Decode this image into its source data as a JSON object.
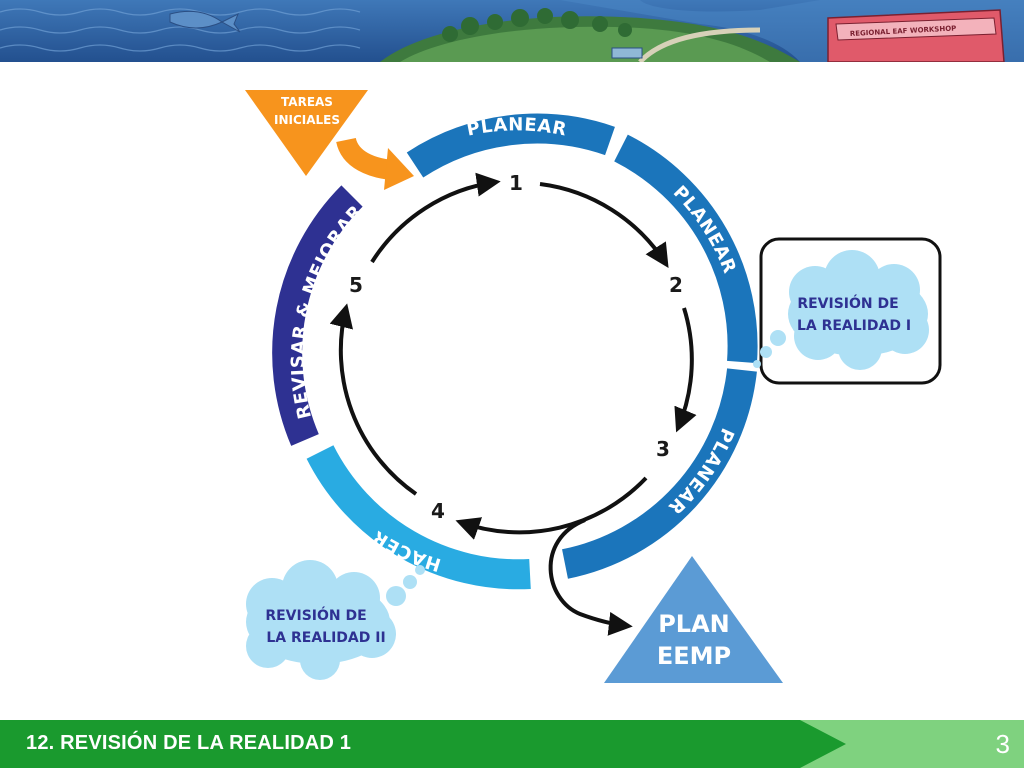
{
  "banner": {
    "sign": "REGIONAL EAF WORKSHOP"
  },
  "diagram": {
    "tareas": {
      "line1": "TAREAS",
      "line2": "INICIALES"
    },
    "arcs": {
      "top": "PLANEAR",
      "right_upper": "PLANEAR",
      "right_lower": "PLANEAR",
      "bottom": "HACER",
      "left": "REVISAR & MEJORAR"
    },
    "steps": [
      "1",
      "2",
      "3",
      "4",
      "5"
    ],
    "cloud_right": {
      "line1": "REVISIÓN DE",
      "line2": "LA REALIDAD I"
    },
    "cloud_left": {
      "line1": "REVISIÓN DE",
      "line2": "LA REALIDAD II"
    },
    "plan": {
      "line1": "PLAN",
      "line2": "EEMP"
    }
  },
  "footer": {
    "title": "12. REVISIÓN DE LA REALIDAD 1",
    "page": "3"
  },
  "colors": {
    "orange": "#f7941d",
    "blue_top": "#1b75bb",
    "blue_left": "#2e3192",
    "blue_bottom": "#29abe2",
    "cloud": "#aee0f5",
    "plan": "#5b9bd5",
    "footer_dark": "#1a9a2e",
    "footer_light": "#7fd27f"
  }
}
